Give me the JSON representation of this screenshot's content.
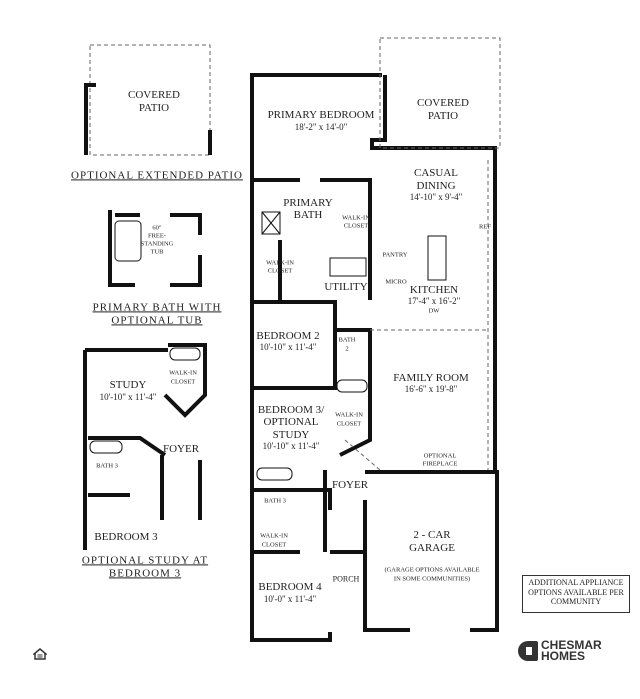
{
  "main_plan": {
    "rooms": {
      "primary_bedroom": {
        "name": "PRIMARY BEDROOM",
        "dims": "18'-2\" x 14'-0\""
      },
      "covered_patio": {
        "line1": "COVERED",
        "line2": "PATIO"
      },
      "casual_dining": {
        "line1": "CASUAL",
        "line2": "DINING",
        "dims": "14'-10\" x 9'-4\""
      },
      "primary_bath": {
        "line1": "PRIMARY",
        "line2": "BATH"
      },
      "primary_walkin": {
        "line1": "WALK-IN",
        "line2": "CLOSET"
      },
      "pantry": "PANTRY",
      "walkin_closet_2": {
        "line1": "WALK-IN",
        "line2": "CLOSET"
      },
      "utility": "UTILITY",
      "micro": "MICRO",
      "ref": "REF",
      "kitchen": {
        "name": "KITCHEN",
        "dims": "17'-4\" x 16'-2\"",
        "dw": "DW"
      },
      "bedroom2": {
        "name": "BEDROOM 2",
        "dims": "10'-10\" x 11'-4\""
      },
      "bath2": {
        "line1": "BATH",
        "line2": "2"
      },
      "family_room": {
        "name": "FAMILY ROOM",
        "dims": "16'-6\" x 19'-8\""
      },
      "bedroom3": {
        "line1": "BEDROOM 3/",
        "line2": "OPTIONAL",
        "line3": "STUDY",
        "dims": "10'-10\" x 11'-4\""
      },
      "walkin_closet_3": {
        "line1": "WALK-IN",
        "line2": "CLOSET"
      },
      "fireplace": {
        "line1": "OPTIONAL",
        "line2": "FIREPLACE"
      },
      "foyer": "FOYER",
      "bath3": "BATH 3",
      "walkin_closet_4": {
        "line1": "WALK-IN",
        "line2": "CLOSET"
      },
      "garage": {
        "line1": "2 - CAR",
        "line2": "GARAGE",
        "note1": "(GARAGE OPTIONS AVAILABLE",
        "note2": "IN SOME COMMUNITIES)"
      },
      "porch": "PORCH",
      "bedroom4": {
        "name": "BEDROOM 4",
        "dims": "10'-0\" x 11'-4\""
      }
    }
  },
  "insets": {
    "extended_patio": {
      "room1": "COVERED",
      "room2": "PATIO",
      "caption": "OPTIONAL EXTENDED PATIO"
    },
    "optional_tub": {
      "tub1": "60\"",
      "tub2": "FREE-",
      "tub3": "STANDING",
      "tub4": "TUB",
      "caption1": "PRIMARY BATH WITH",
      "caption2": "OPTIONAL TUB"
    },
    "optional_study": {
      "study": "STUDY",
      "study_dims": "10'-10\" x 11'-4\"",
      "closet1": "WALK-IN",
      "closet2": "CLOSET",
      "foyer": "FOYER",
      "bath": "BATH 3",
      "bedroom": "BEDROOM 3",
      "caption1": "OPTIONAL STUDY AT",
      "caption2": "BEDROOM 3"
    }
  },
  "note": {
    "line1": "ADDITIONAL APPLIANCE",
    "line2": "OPTIONS AVAILABLE PER",
    "line3": "COMMUNITY"
  },
  "logo": {
    "line1": "CHESMAR",
    "line2": "HOMES"
  },
  "eho_icon": "equal-housing-opportunity-icon",
  "colors": {
    "wall": "#111111",
    "text": "#222222"
  }
}
